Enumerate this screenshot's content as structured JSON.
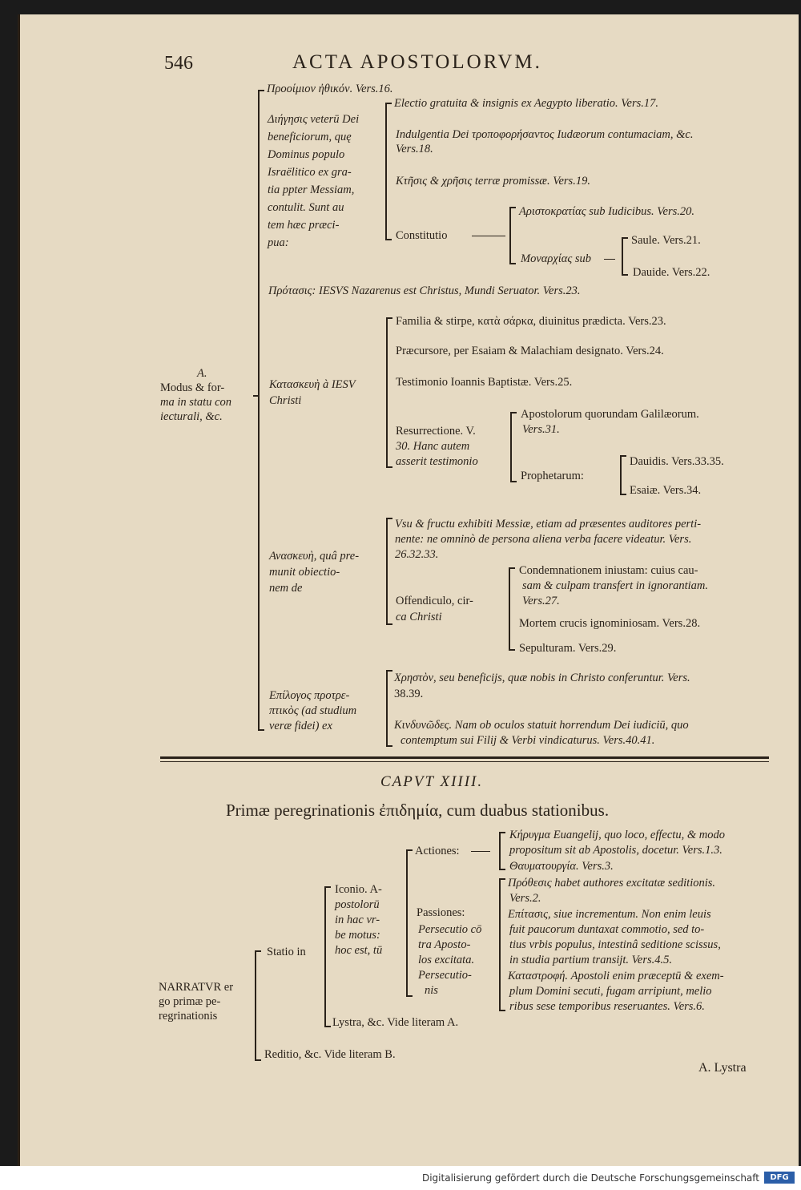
{
  "header": {
    "page_number": "546",
    "running_title": "ACTA APOSTOLORVM."
  },
  "upper_tree": {
    "root_letter": "A.",
    "root_lines": [
      "Modus & for-",
      "ma in statu con",
      "iecturali, &c."
    ],
    "b1": "Προοίμιον ἠθικόν. Vers.16.",
    "b2_lines": [
      "Διήγησις veterū Dei",
      "beneficiorum, quę",
      "Dominus populo",
      "Israëlitico ex gra-",
      "tia ppter Messiam,",
      "contulit. Sunt au",
      "tem hæc præci-",
      "pua:"
    ],
    "b2_items": [
      "Electio gratuita & insignis ex Aegypto liberatio. Vers.17.",
      "Indulgentia Dei τροποφορήσαντος Iudæorum contumaciam, &c.",
      "Vers.18.",
      "Κτῆσις & χρῆσις terræ promissæ. Vers.19."
    ],
    "constitutio": "Constitutio",
    "constitutio_items": [
      "Αριστοκρατίας sub Iudicibus. Vers.20.",
      "Μοναρχίας sub"
    ],
    "monarchia_items": [
      "Saule. Vers.21.",
      "Dauide. Vers.22."
    ],
    "b3": "Πρότασις: IESVS Nazarenus est Christus, Mundi Seruator. Vers.23.",
    "b4_lines": [
      "Κατασκευὴ à IESV",
      "Christi"
    ],
    "b4_items": [
      "Familia & stirpe, κατὰ σάρκα, diuinitus prædicta. Vers.23.",
      "Præcursore, per Esaiam & Malachiam designato. Vers.24.",
      "Testimonio Ioannis Baptistæ. Vers.25."
    ],
    "resurrectio_lines": [
      "Resurrectione. V.",
      "30. Hanc autem",
      "asserit testimonio"
    ],
    "apostoli_lines": [
      "Apostolorum quorundam Galilæorum.",
      "Vers.31."
    ],
    "prophetarum": "Prophetarum:",
    "prophet_items": [
      "Dauidis. Vers.33.35.",
      "Esaiæ. Vers.34."
    ],
    "b5_lines": [
      "Ανασκευὴ, quâ pre-",
      "munit obiectio-",
      "nem de"
    ],
    "b5_vsu_lines": [
      "Vsu & fructu exhibiti Messiæ, etiam ad præsentes auditores perti-",
      "nente: ne omninò de persona aliena verba facere videatur. Vers.",
      "26.32.33."
    ],
    "offendiculo_lines": [
      "Offendiculo, cir-",
      "ca Christi"
    ],
    "offendiculo_items": [
      "Condemnationem iniustam: cuius cau-",
      "sam & culpam transfert in ignorantiam.",
      "Vers.27.",
      "Mortem crucis ignominiosam. Vers.28.",
      "Sepulturam. Vers.29."
    ],
    "b6_lines": [
      "Επίλογος προτρε-",
      "πτικὸς (ad studium",
      "veræ fidei) ex"
    ],
    "b6_items": [
      "Χρηστὸν, seu beneficijs, quæ nobis in Christo conferuntur. Vers.",
      "38.39.",
      "Κινδυνῶδες. Nam ob oculos statuit horrendum Dei iudiciū, quo",
      "contemptum sui Filij & Verbi vindicaturus. Vers.40.41."
    ]
  },
  "chapter": {
    "heading": "CAPVT XIIII.",
    "title": "Primæ peregrinationis ἐπιδημία, cum duabus stationibus."
  },
  "lower_tree": {
    "root_lines": [
      "NARRATVR er",
      "go primæ pe-",
      "regrinationis"
    ],
    "statio": "Statio in",
    "iconio_lines": [
      "Iconio. A-",
      "postolorū",
      "in hac vr-",
      "be motus:",
      "hoc est, tū"
    ],
    "lystra": "Lystra, &c. Vide literam A.",
    "reditio": "Reditio, &c. Vide literam B.",
    "actiones": "Actiones:",
    "actiones_items": [
      "Κήρυγμα Euangelij, quo loco, effectu, & modo",
      "propositum sit ab Apostolis, docetur. Vers.1.3.",
      "Θαυματουργία. Vers.3."
    ],
    "passiones_lines": [
      "Passiones:",
      "Persecutio cō",
      "tra Aposto-",
      "los excitata.",
      "Persecutio-",
      "nis"
    ],
    "passiones_items": [
      "Πρόθεσις habet authores excitatæ seditionis.",
      "Vers.2.",
      "Επίτασις, siue incrementum. Non enim leuis",
      "fuit paucorum duntaxat commotio, sed to-",
      "tius vrbis populus, intestinâ seditione scissus,",
      "in studia partium transijt. Vers.4.5.",
      "Καταστροφή. Apostoli enim præceptū & exem-",
      "plum Domini secuti, fugam arripiunt, melio",
      "ribus sese temporibus reseruantes. Vers.6."
    ]
  },
  "catchword": "A. Lystra",
  "footer": {
    "text": "Digitalisierung gefördert durch die Deutsche Forschungsgemeinschaft",
    "logo": "DFG"
  }
}
